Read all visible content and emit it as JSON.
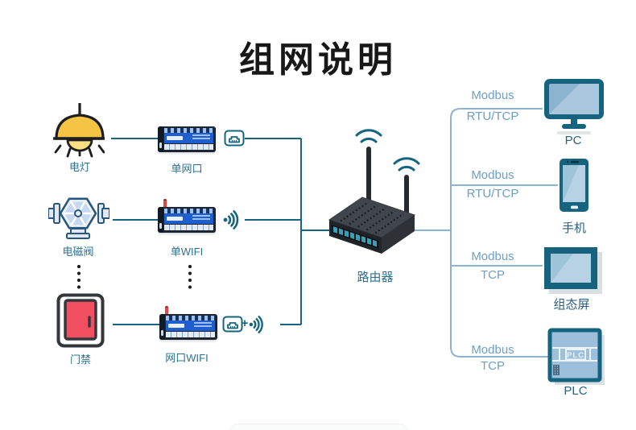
{
  "title": "组网说明",
  "left_devices": {
    "lamp": {
      "label": "电灯"
    },
    "valve": {
      "label": "电磁阀"
    },
    "door": {
      "label": "门禁"
    }
  },
  "gateways": {
    "m1": {
      "label": "单网口"
    },
    "m2": {
      "label": "单WIFI"
    },
    "m3": {
      "label": "网口WIFI"
    },
    "plus_sign": "+"
  },
  "router": {
    "label": "路由器"
  },
  "branches": {
    "pc": {
      "protocol_line1": "Modbus",
      "protocol_line2": "RTU/TCP",
      "label": "PC"
    },
    "phone": {
      "protocol_line1": "Modbus",
      "protocol_line2": "RTU/TCP",
      "label": "手机"
    },
    "hmi": {
      "protocol_line1": "Modbus",
      "protocol_line2": "TCP",
      "label": "组态屏"
    },
    "plc": {
      "protocol_line1": "Modbus",
      "protocol_line2": "TCP",
      "label": "PLC",
      "icon_text": "PLC"
    }
  },
  "icons": [
    "lamp-icon",
    "solenoid-valve-icon",
    "door-access-icon",
    "vertical-ellipsis",
    "io-module",
    "ethernet-port-icon",
    "wifi-signal-icon",
    "plus-sign",
    "router-3d-icon",
    "monitor-icon",
    "smartphone-icon",
    "hmi-screen-icon",
    "plc-icon"
  ],
  "colors": {
    "left_line": "#1b637e",
    "right_line": "#8fb3cf",
    "protocol_text": "#6f9fc3",
    "left_label_text": "#2d7191",
    "right_label_text": "#2b5f7e",
    "device_frame": "#15637f",
    "screen_fill": "#9ec4da",
    "module_blue": "#1f5ecf",
    "lamp_yellow": "#f6c445",
    "door_red": "#ef4f5e",
    "antenna_red": "#e2483d",
    "title_text": "#181818"
  }
}
